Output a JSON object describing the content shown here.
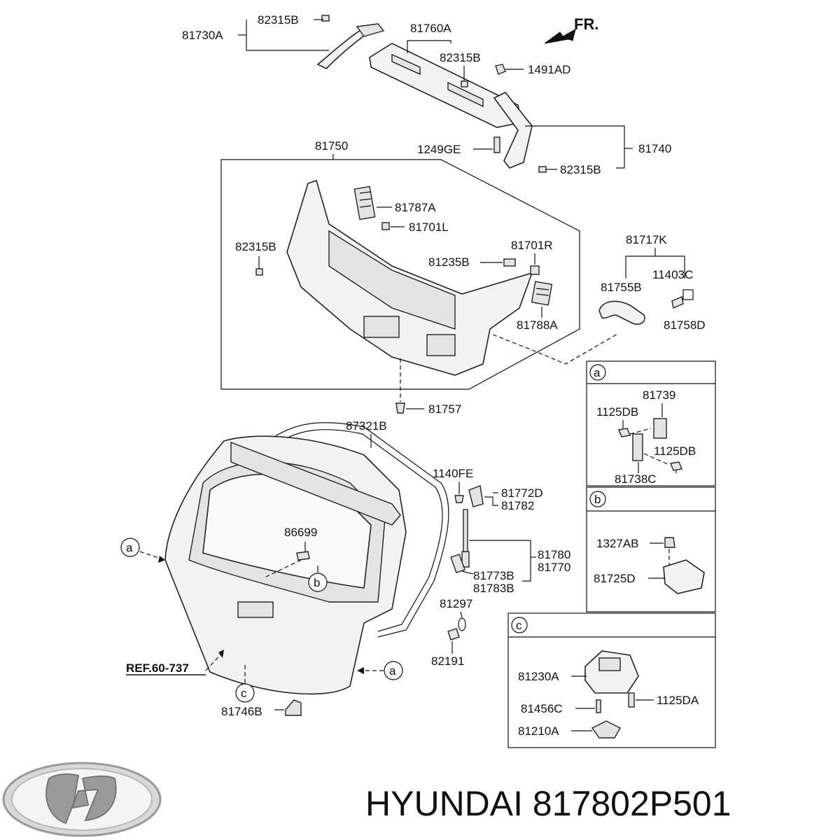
{
  "header": {
    "direction": "FR."
  },
  "labels": {
    "p82315b_1": "82315B",
    "p81730a": "81730A",
    "p81760a": "81760A",
    "p82315b_2": "82315B",
    "p1491ad": "1491AD",
    "p81750": "81750",
    "p1249ge": "1249GE",
    "p81740": "81740",
    "p82315b_3": "82315B",
    "p81787a": "81787A",
    "p81701l": "81701L",
    "p82315b_4": "82315B",
    "p81701r": "81701R",
    "p81235b": "81235B",
    "p81717k": "81717K",
    "p81755b": "81755B",
    "p11403c": "11403C",
    "p81788a": "81788A",
    "p81758d": "81758D",
    "p81757": "81757",
    "p87321b": "87321B",
    "p1140fe": "1140FE",
    "p81772d": "81772D",
    "p81782": "81782",
    "p86699": "86699",
    "p81780": "81780",
    "p81770": "81770",
    "p81773b": "81773B",
    "p81783b": "81783B",
    "p81297": "81297",
    "p82191": "82191",
    "p81746b": "81746B",
    "ref": "REF.60-737"
  },
  "callouts": {
    "a": "a",
    "b": "b",
    "c": "c"
  },
  "inset_a": {
    "tag": "a",
    "p81739": "81739",
    "p1125db_1": "1125DB",
    "p1125db_2": "1125DB",
    "p81738c": "81738C"
  },
  "inset_b": {
    "tag": "b",
    "p1327ab": "1327AB",
    "p81725d": "81725D"
  },
  "inset_c": {
    "tag": "c",
    "p81230a": "81230A",
    "p81456c": "81456C",
    "p1125da": "1125DA",
    "p81210a": "81210A"
  },
  "footer": {
    "brand_line": "HYUNDAI 817802P501",
    "logo": "hyundai-logo-icon"
  }
}
